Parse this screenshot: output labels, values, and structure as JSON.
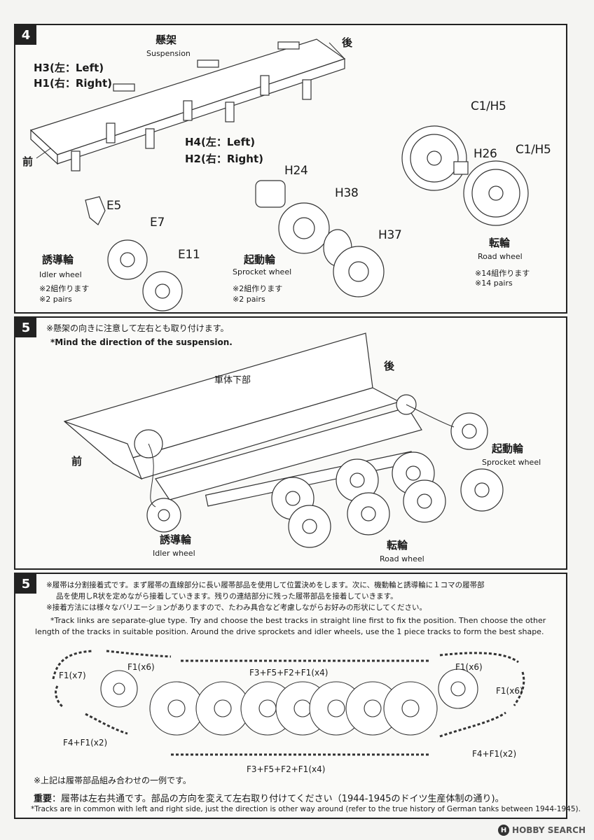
{
  "step4": {
    "number": "4",
    "suspension_jp": "懸架",
    "suspension_en": "Suspension",
    "rear": "後",
    "front": "前",
    "h3": "H3(左：Left)",
    "h1": "H1(右：Right)",
    "h4": "H4(左：Left)",
    "h2": "H2(右：Right)",
    "idler": {
      "parts": [
        "E5",
        "E7",
        "E11"
      ],
      "jp": "誘導輪",
      "en": "Idler wheel",
      "note_jp": "※2組作ります",
      "note_en": "※2 pairs"
    },
    "sprocket": {
      "parts": [
        "H24",
        "H38",
        "H37"
      ],
      "jp": "起動輪",
      "en": "Sprocket wheel",
      "note_jp": "※2組作ります",
      "note_en": "※2 pairs"
    },
    "road": {
      "parts": [
        "C1/H5",
        "H26",
        "C1/H5"
      ],
      "jp": "転輪",
      "en": "Road wheel",
      "note_jp": "※14組作ります",
      "note_en": "※14 pairs"
    }
  },
  "step5a": {
    "number": "5",
    "note_jp": "※懸架の向きに注意して左右とも取り付けます。",
    "note_en": "*Mind the direction of the suspension.",
    "hull_jp": "車体下部",
    "rear": "後",
    "front": "前",
    "sprocket_jp": "起動輪",
    "sprocket_en": "Sprocket wheel",
    "idler_jp": "誘導輪",
    "idler_en": "Idler wheel",
    "road_jp": "転輪",
    "road_en": "Road wheel"
  },
  "step5b": {
    "number": "5",
    "note_jp_1": "※履帯は分割接着式です。まず履帯の直線部分に長い履帯部品を使用して位置決めをします。次に、機動輪と誘導輪に１コマの履帯部",
    "note_jp_2": "品を使用しR状を定めながら接着していきます。残りの連結部分に残った履帯部品を接着していきます。",
    "note_jp_3": "※接着方法には様々なバリエーションがありますので、たわみ具合など考慮しながらお好みの形状にしてください。",
    "note_en_1": "*Track links are separate-glue type. Try and choose the best tracks in straight line first to fix the position. Then choose the other",
    "note_en_2": "length of the tracks in suitable position. Around the drive sprockets and idler wheels, use the 1 piece tracks to form the best shape.",
    "f1x7": "F1(x7)",
    "f1x6_left": "F1(x6)",
    "top_run": "F3+F5+F2+F1(x4)",
    "f1x6_right_top": "F1(x6)",
    "f1x6_right": "F1(x6)",
    "f4f1_left": "F4+F1(x2)",
    "f4f1_right": "F4+F1(x2)",
    "bottom_run": "F3+F5+F2+F1(x4)",
    "example_note": "※上記は履帯部品組み合わせの一例です。",
    "important_label": "重要",
    "important_text": "：履帯は左右共通です。部品の方向を変えて左右取り付けてください（1944-1945のドイツ生産体制の通り)。",
    "common_en": "*Tracks are in common with left and right side, just the direction is other way around (refer to the true history of German tanks between 1944-1945)."
  },
  "watermark": {
    "logo": "H",
    "text": "HOBBY SEARCH"
  }
}
